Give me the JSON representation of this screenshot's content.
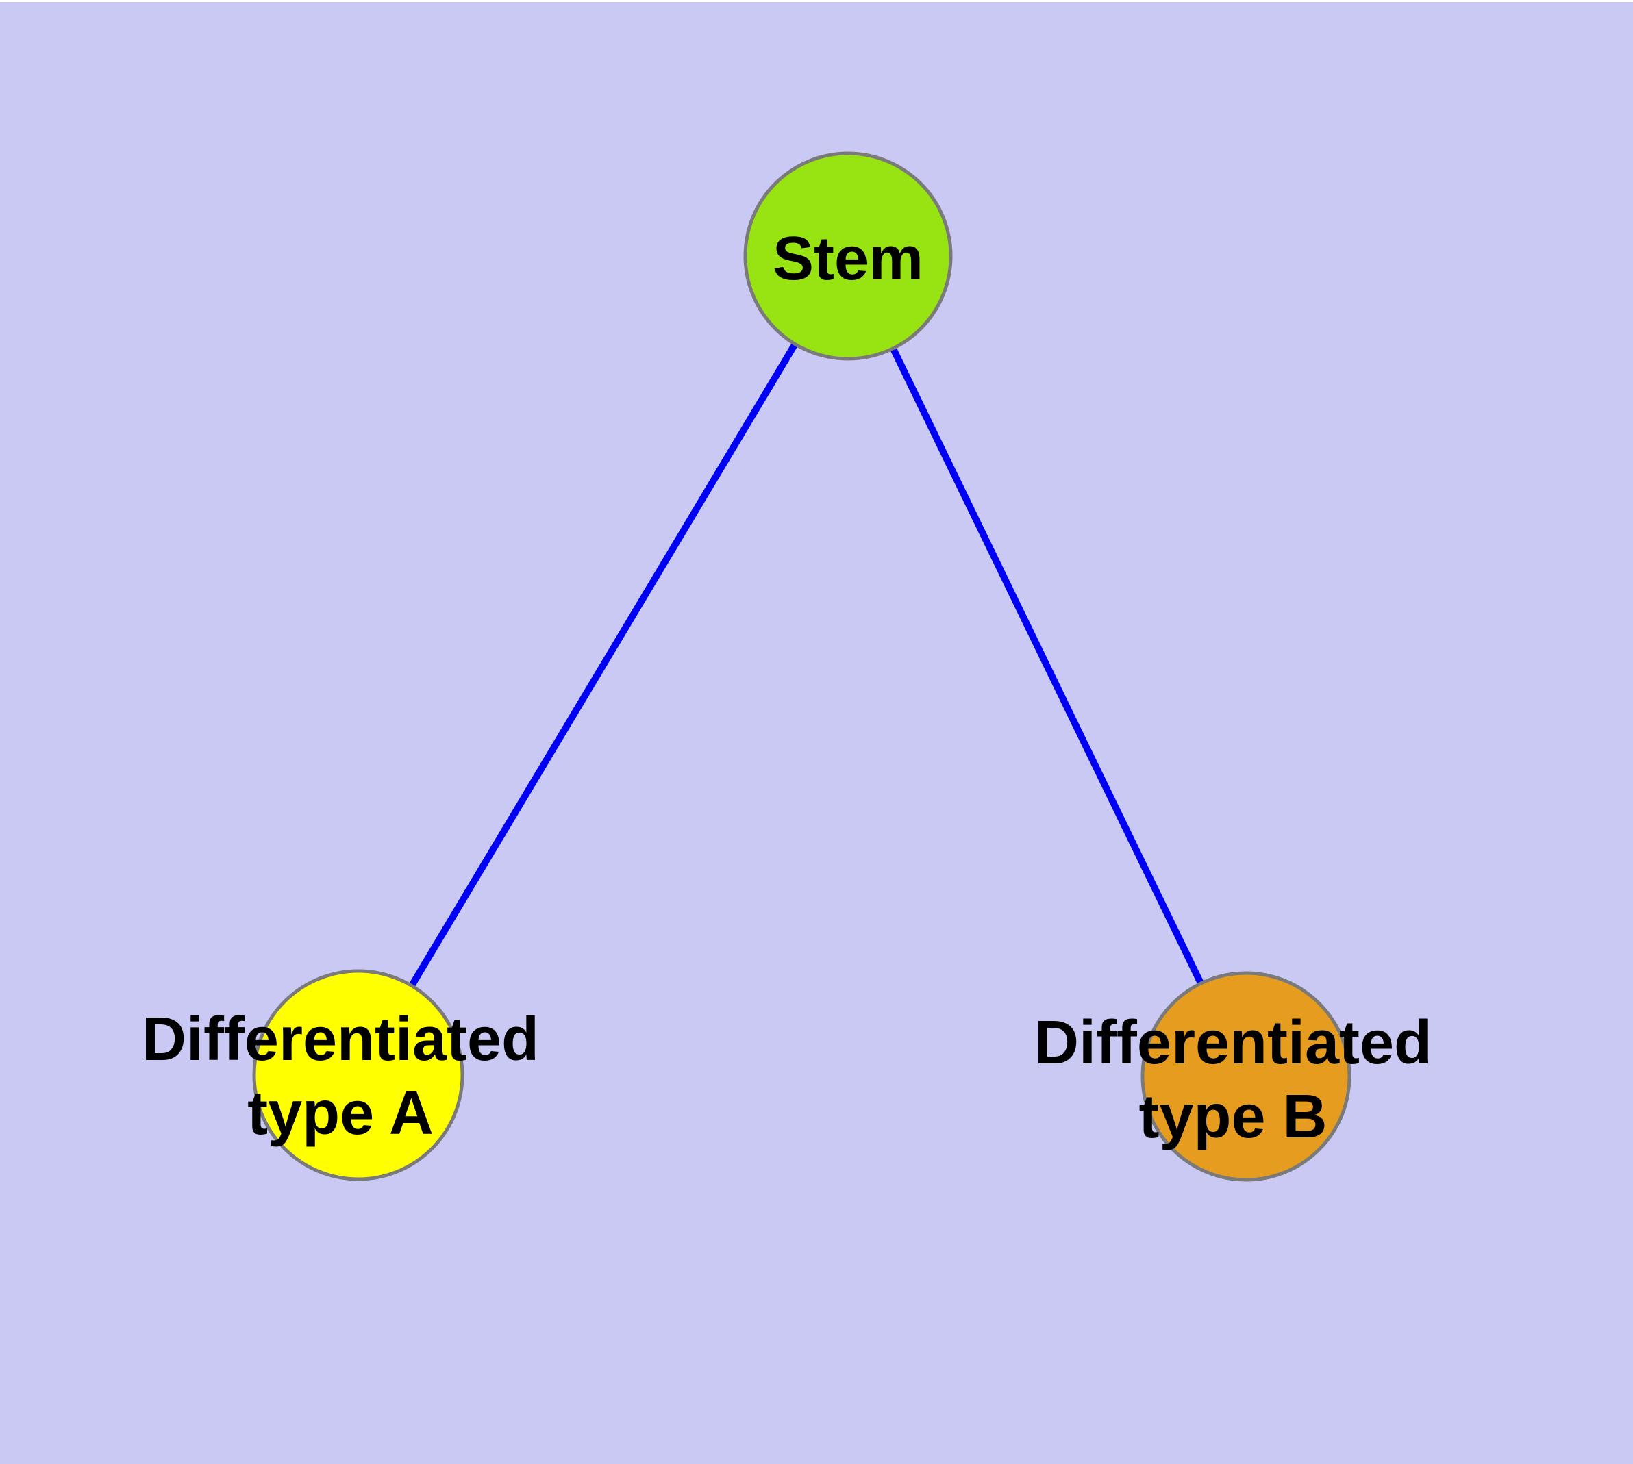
{
  "diagram": {
    "background_color": "#C9C9F4",
    "top_edge_color": "#FFFFFF",
    "text_color": "#000000",
    "edge_color": "#0000F5",
    "node_border_color": "#7A7A7A",
    "nodes": [
      {
        "id": "stem",
        "label": "Stem",
        "fill": "#98E312"
      },
      {
        "id": "differentiated-type-a",
        "label": "Differentiated type A",
        "label_line1": "Differentiated",
        "label_line2": "type A",
        "fill": "#FFFF00"
      },
      {
        "id": "differentiated-type-b",
        "label": "Differentiated type B",
        "label_line1": "Differentiated",
        "label_line2": "type B",
        "fill": "#E69C1E"
      }
    ],
    "edges": [
      {
        "from": "stem",
        "to": "differentiated-type-a"
      },
      {
        "from": "stem",
        "to": "differentiated-type-b"
      }
    ]
  }
}
